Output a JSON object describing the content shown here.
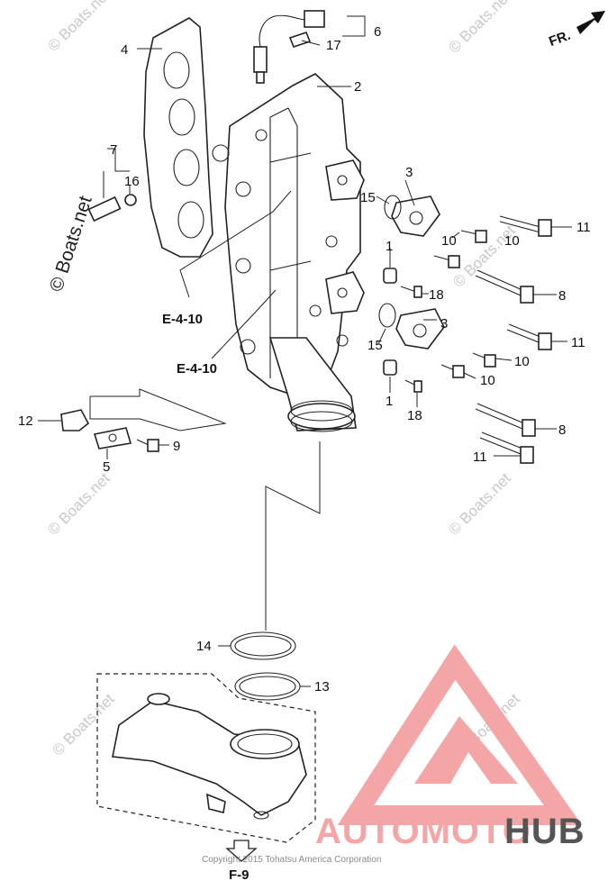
{
  "callouts": {
    "n1a": "1",
    "n1b": "1",
    "n2": "2",
    "n3a": "3",
    "n3b": "3",
    "n4": "4",
    "n5": "5",
    "n6": "6",
    "n7": "7",
    "n8a": "8",
    "n8b": "8",
    "n9": "9",
    "n10a": "10",
    "n10b": "10",
    "n10c": "10",
    "n10d": "10",
    "n11a": "11",
    "n11b": "11",
    "n11c": "11",
    "n12": "12",
    "n13": "13",
    "n14": "14",
    "n15a": "15",
    "n15b": "15",
    "n16": "16",
    "n17": "17",
    "n18a": "18",
    "n18b": "18"
  },
  "refs": {
    "e1": "E-4-10",
    "e2": "E-4-10",
    "f9": "F-9",
    "front": "FR."
  },
  "watermark": {
    "text": "© Boats.net"
  },
  "copyright": "Copyright 2015 Tohatsu America Corporation",
  "brand": {
    "name_first": "AUTOMOTO",
    "name_second": "HUB",
    "color_primary": "#f4a6a6",
    "color_secondary": "#e8a5a5",
    "color_dark": "#3a3a3a"
  }
}
